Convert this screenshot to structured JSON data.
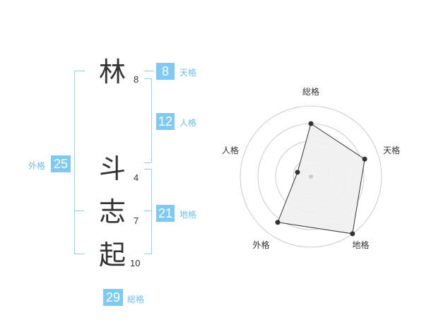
{
  "name": {
    "characters": [
      {
        "char": "林",
        "strokes": "8"
      },
      {
        "char": "斗",
        "strokes": "4"
      },
      {
        "char": "志",
        "strokes": "7"
      },
      {
        "char": "起",
        "strokes": "10"
      }
    ]
  },
  "fortunes": {
    "tenkaku": {
      "value": "8",
      "label": "天格"
    },
    "jinkaku": {
      "value": "12",
      "label": "人格"
    },
    "chikaku": {
      "value": "21",
      "label": "地格"
    },
    "gaikaku": {
      "value": "25",
      "label": "外格"
    },
    "soukaku": {
      "value": "29",
      "label": "総格"
    }
  },
  "chart_data": {
    "type": "radar",
    "axes": [
      "総格",
      "天格",
      "地格",
      "外格",
      "人格"
    ],
    "values": [
      0.75,
      0.8,
      1.0,
      0.8,
      0.2
    ],
    "range": [
      0,
      1
    ],
    "rings": 4,
    "colors": {
      "fill": "#f0f0f0",
      "line": "#333333",
      "rings": "#cccccc",
      "center": "#cccccc"
    }
  },
  "colors": {
    "accent": "#7fc9f5",
    "label": "#6dc0f0",
    "bracket": "#8fd0f5"
  }
}
